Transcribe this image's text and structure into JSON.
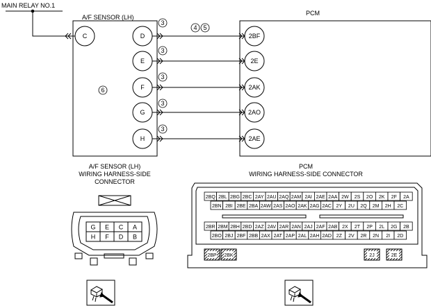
{
  "main_relay_label": "MAIN RELAY NO.1",
  "sensor": {
    "title": "A/F SENSOR (LH)",
    "left_pin": "C",
    "pins": [
      "D",
      "E",
      "F",
      "G",
      "H"
    ],
    "body_note": "6"
  },
  "pcm": {
    "title": "PCM",
    "pins": [
      "2BF",
      "2E",
      "2AK",
      "2AO",
      "2AE"
    ]
  },
  "wire_notes": {
    "circled_3": "3",
    "circled_4": "4",
    "circled_5": "5"
  },
  "sensor_connector": {
    "caption_line1": "A/F SENSOR (LH)",
    "caption_line2": "WIRING HARNESS-SIDE",
    "caption_line3": "CONNECTOR",
    "top_row": [
      "G",
      "E",
      "C",
      "A"
    ],
    "bottom_row": [
      "H",
      "F",
      "D",
      "B"
    ]
  },
  "pcm_connector": {
    "caption_line1": "PCM",
    "caption_line2": "WIRING HARNESS-SIDE CONNECTOR",
    "row1": [
      "2BQ",
      "2BL",
      "2BG",
      "2BC",
      "2AY",
      "2AU",
      "2AQ",
      "2AM",
      "2AI",
      "2AE",
      "2AA",
      "2W",
      "2S",
      "2O",
      "2K",
      "2F",
      "2A"
    ],
    "row2": [
      "2BN",
      "2BI",
      "2BE",
      "2BA",
      "2AW",
      "2AS",
      "2AO",
      "2AK",
      "2AG",
      "2AC",
      "2Y",
      "2U",
      "2Q",
      "2M",
      "2H",
      "2C"
    ],
    "row3": [
      "2BR",
      "2BM",
      "2BH",
      "2BD",
      "2AZ",
      "2AV",
      "2AR",
      "2AN",
      "2AJ",
      "2AF",
      "2AB",
      "2X",
      "2T",
      "2P",
      "2L",
      "2G",
      "2B"
    ],
    "row4": [
      "2BO",
      "2BJ",
      "2BF",
      "2BB",
      "2AX",
      "2AT",
      "2AP",
      "2AL",
      "2AH",
      "2AD",
      "2Z",
      "2V",
      "2R",
      "2N",
      "2I",
      "2D"
    ],
    "bottom_pins": [
      "2BP",
      "2BK",
      "2J",
      "2E"
    ]
  }
}
